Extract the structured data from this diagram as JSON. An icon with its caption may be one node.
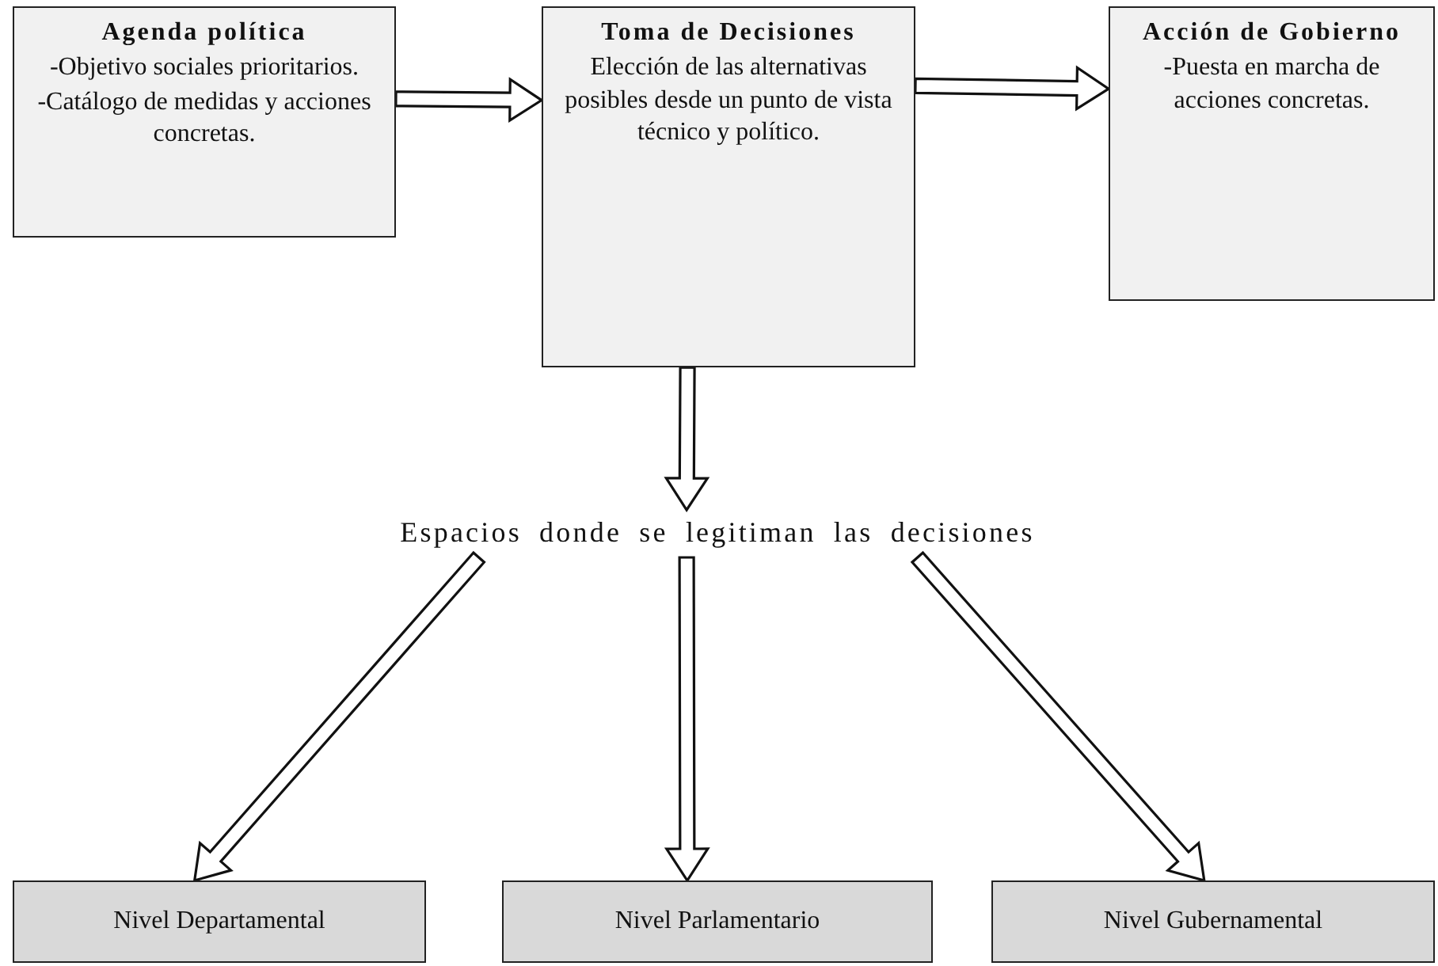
{
  "diagram": {
    "nodes": [
      {
        "text": [
          "Agenda política",
          "-Objetivo sociales prioritarios.",
          "-Catálogo de medidas y acciones concretas."
        ]
      },
      {
        "text": [
          "Toma de Decisiones",
          "Elección de las alternativas posibles desde un punto de vista técnico y político."
        ]
      },
      {
        "text": [
          "Acción de Gobierno",
          "-Puesta en marcha de acciones concretas."
        ]
      },
      {
        "text": [
          "Espacios donde se legitiman las decisiones"
        ]
      },
      {
        "text": [
          "Nivel Departamental"
        ]
      },
      {
        "text": [
          "Nivel Parlamentario"
        ]
      },
      {
        "text": [
          "Nivel Gubernamental"
        ]
      }
    ],
    "edges": [
      {
        "from": 0,
        "to": 1,
        "arrow": "to"
      },
      {
        "from": 1,
        "to": 2,
        "arrow": "to"
      },
      {
        "from": 1,
        "to": 3,
        "arrow": "to"
      },
      {
        "from": 3,
        "to": 4,
        "arrow": "to"
      },
      {
        "from": 3,
        "to": 5,
        "arrow": "to"
      },
      {
        "from": 3,
        "to": 6,
        "arrow": "to"
      }
    ]
  }
}
